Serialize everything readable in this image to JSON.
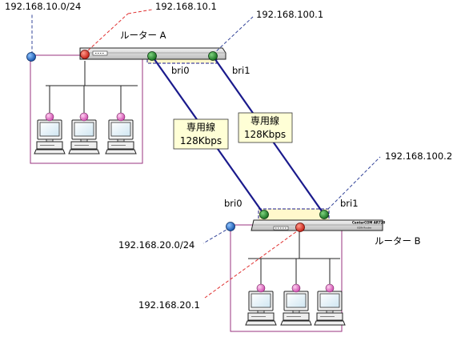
{
  "labels": {
    "net_a": "192.168.10.0/24",
    "ip_a_lan": "192.168.10.1",
    "ip_a_wan": "192.168.100.1",
    "router_a": "ルーター A",
    "bri0_a": "bri0",
    "bri1_a": "bri1",
    "ip_b_wan": "192.168.100.2",
    "bri0_b": "bri0",
    "bri1_b": "bri1",
    "net_b": "192.168.20.0/24",
    "router_b": "ルーター B",
    "ip_b_lan": "192.168.20.1"
  },
  "leased_lines": [
    {
      "line1": "専用線",
      "line2": "128Kbps"
    },
    {
      "line1": "専用線",
      "line2": "128Kbps"
    }
  ],
  "device_text": {
    "router_b_brand": "CenterCOM AR720",
    "router_b_model": "ISDN Router"
  },
  "colors": {
    "lan_box": "#99337f",
    "leader_red": "#e03030",
    "leader_blue": "#334499",
    "wan_link": "#1a1a8c",
    "bri_port": "#1f8a2a",
    "lan_port": "#e8342a",
    "net_dot": "#1f66cc",
    "pc_node": "#e87ac8",
    "highlight_fill": "#fff8cc",
    "label_fill": "#ffffd6"
  }
}
